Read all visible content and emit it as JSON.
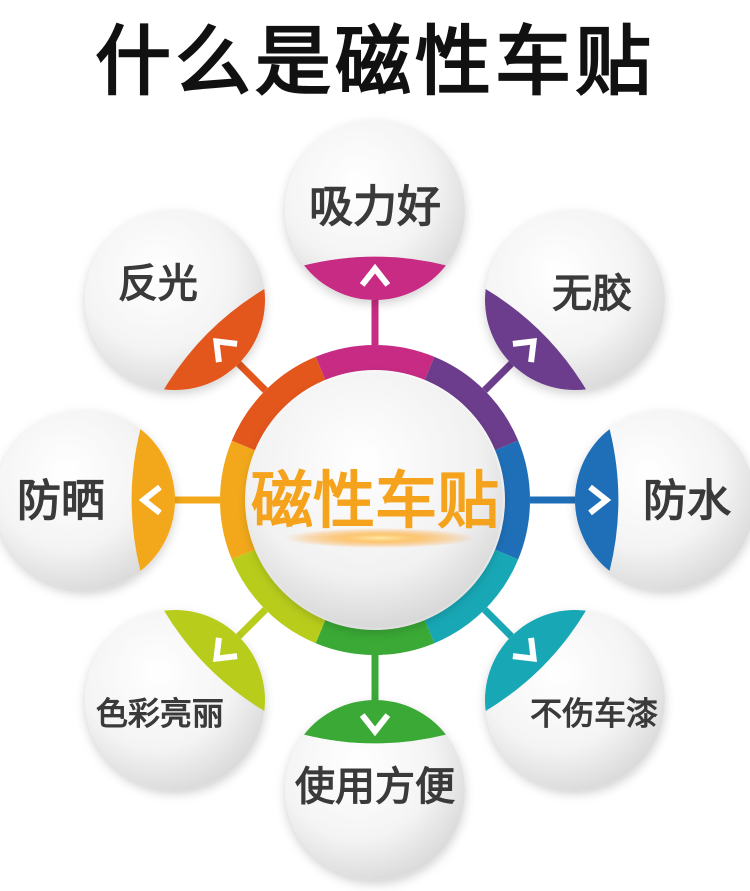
{
  "title": "什么是磁性车贴",
  "center": {
    "label": "磁性车贴",
    "label_color": "#f5a21c"
  },
  "nodes": [
    {
      "label": "吸力好",
      "color": "#c72b83",
      "dir": "up",
      "name": "node-xili"
    },
    {
      "label": "无胶",
      "color": "#6b3d8c",
      "dir": "up-right",
      "name": "node-wujiao"
    },
    {
      "label": "防水",
      "color": "#1f6fb8",
      "dir": "right",
      "name": "node-fangshui"
    },
    {
      "label": "不伤车漆",
      "color": "#18a7b5",
      "dir": "down-right",
      "name": "node-bushangcheqi"
    },
    {
      "label": "使用方便",
      "color": "#3aa935",
      "dir": "down",
      "name": "node-shiyongfangbian"
    },
    {
      "label": "色彩亮丽",
      "color": "#b8cc1c",
      "dir": "down-left",
      "name": "node-secailiangli"
    },
    {
      "label": "防晒",
      "color": "#f2a81a",
      "dir": "left",
      "name": "node-fangshai"
    },
    {
      "label": "反光",
      "color": "#e3561c",
      "dir": "up-left",
      "name": "node-fanguang"
    }
  ]
}
